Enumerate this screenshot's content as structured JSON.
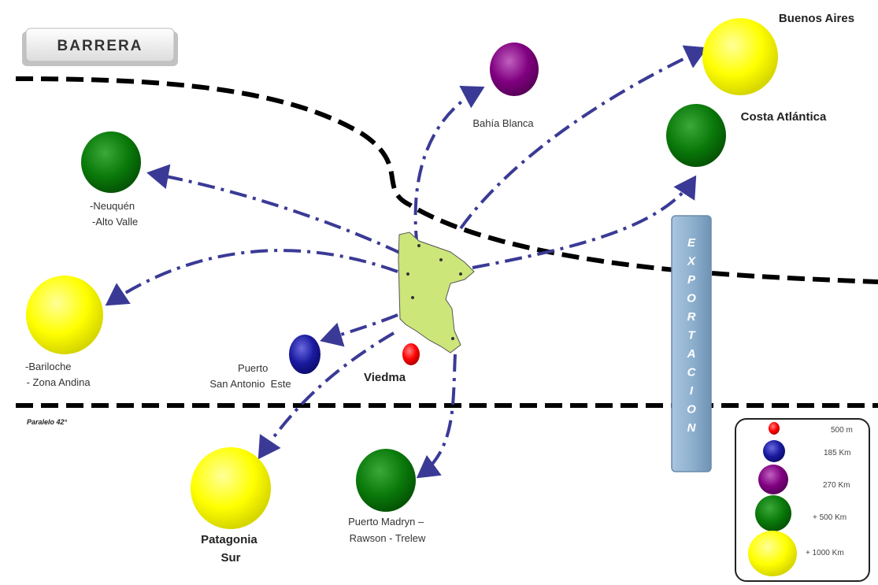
{
  "barrier": {
    "label": "BARRERA"
  },
  "parallel": {
    "label": "Paralelo 42°"
  },
  "export": {
    "label_letters": [
      "E",
      "X",
      "P",
      "O",
      "R",
      "T",
      "A",
      "C",
      "I",
      "O",
      "N"
    ]
  },
  "origin": {
    "label": "Viedma",
    "color": "#ff0000"
  },
  "destinations": [
    {
      "id": "buenos-aires",
      "label_lines": [
        "Buenos Aires"
      ],
      "color": "#ffff00"
    },
    {
      "id": "bahia-blanca",
      "label_lines": [
        "Bahía Blanca"
      ],
      "color": "#800080"
    },
    {
      "id": "costa-atlantica",
      "label_lines": [
        "Costa Atlántica"
      ],
      "color": "#008000"
    },
    {
      "id": "neuquen",
      "label_lines": [
        "-Neuquén",
        "-Alto Valle"
      ],
      "color": "#008000"
    },
    {
      "id": "bariloche",
      "label_lines": [
        "-Bariloche",
        " - Zona Andina"
      ],
      "color": "#ffff00"
    },
    {
      "id": "puerto-san-antonio",
      "label_lines": [
        "Puerto",
        "San Antonio  Este"
      ],
      "color": "#1a1aa0"
    },
    {
      "id": "patagonia-sur",
      "label_lines": [
        "Patagonia",
        "Sur"
      ],
      "color": "#ffff00"
    },
    {
      "id": "puerto-madryn",
      "label_lines": [
        "Puerto Madryn –",
        "Rawson - Trelew"
      ],
      "color": "#008000"
    }
  ],
  "legend": {
    "items": [
      {
        "label": "500 m",
        "color": "#ff0000"
      },
      {
        "label": "185 Km",
        "color": "#1a1aa0"
      },
      {
        "label": "270 Km",
        "color": "#800080"
      },
      {
        "label": "+ 500 Km",
        "color": "#008000"
      },
      {
        "label": "+ 1000 Km",
        "color": "#ffff00"
      }
    ]
  },
  "colors": {
    "arrow": "#3a3a96",
    "dashed_line": "#000000",
    "province_fill": "#cce67a",
    "export_box": "#8fb1cf"
  }
}
